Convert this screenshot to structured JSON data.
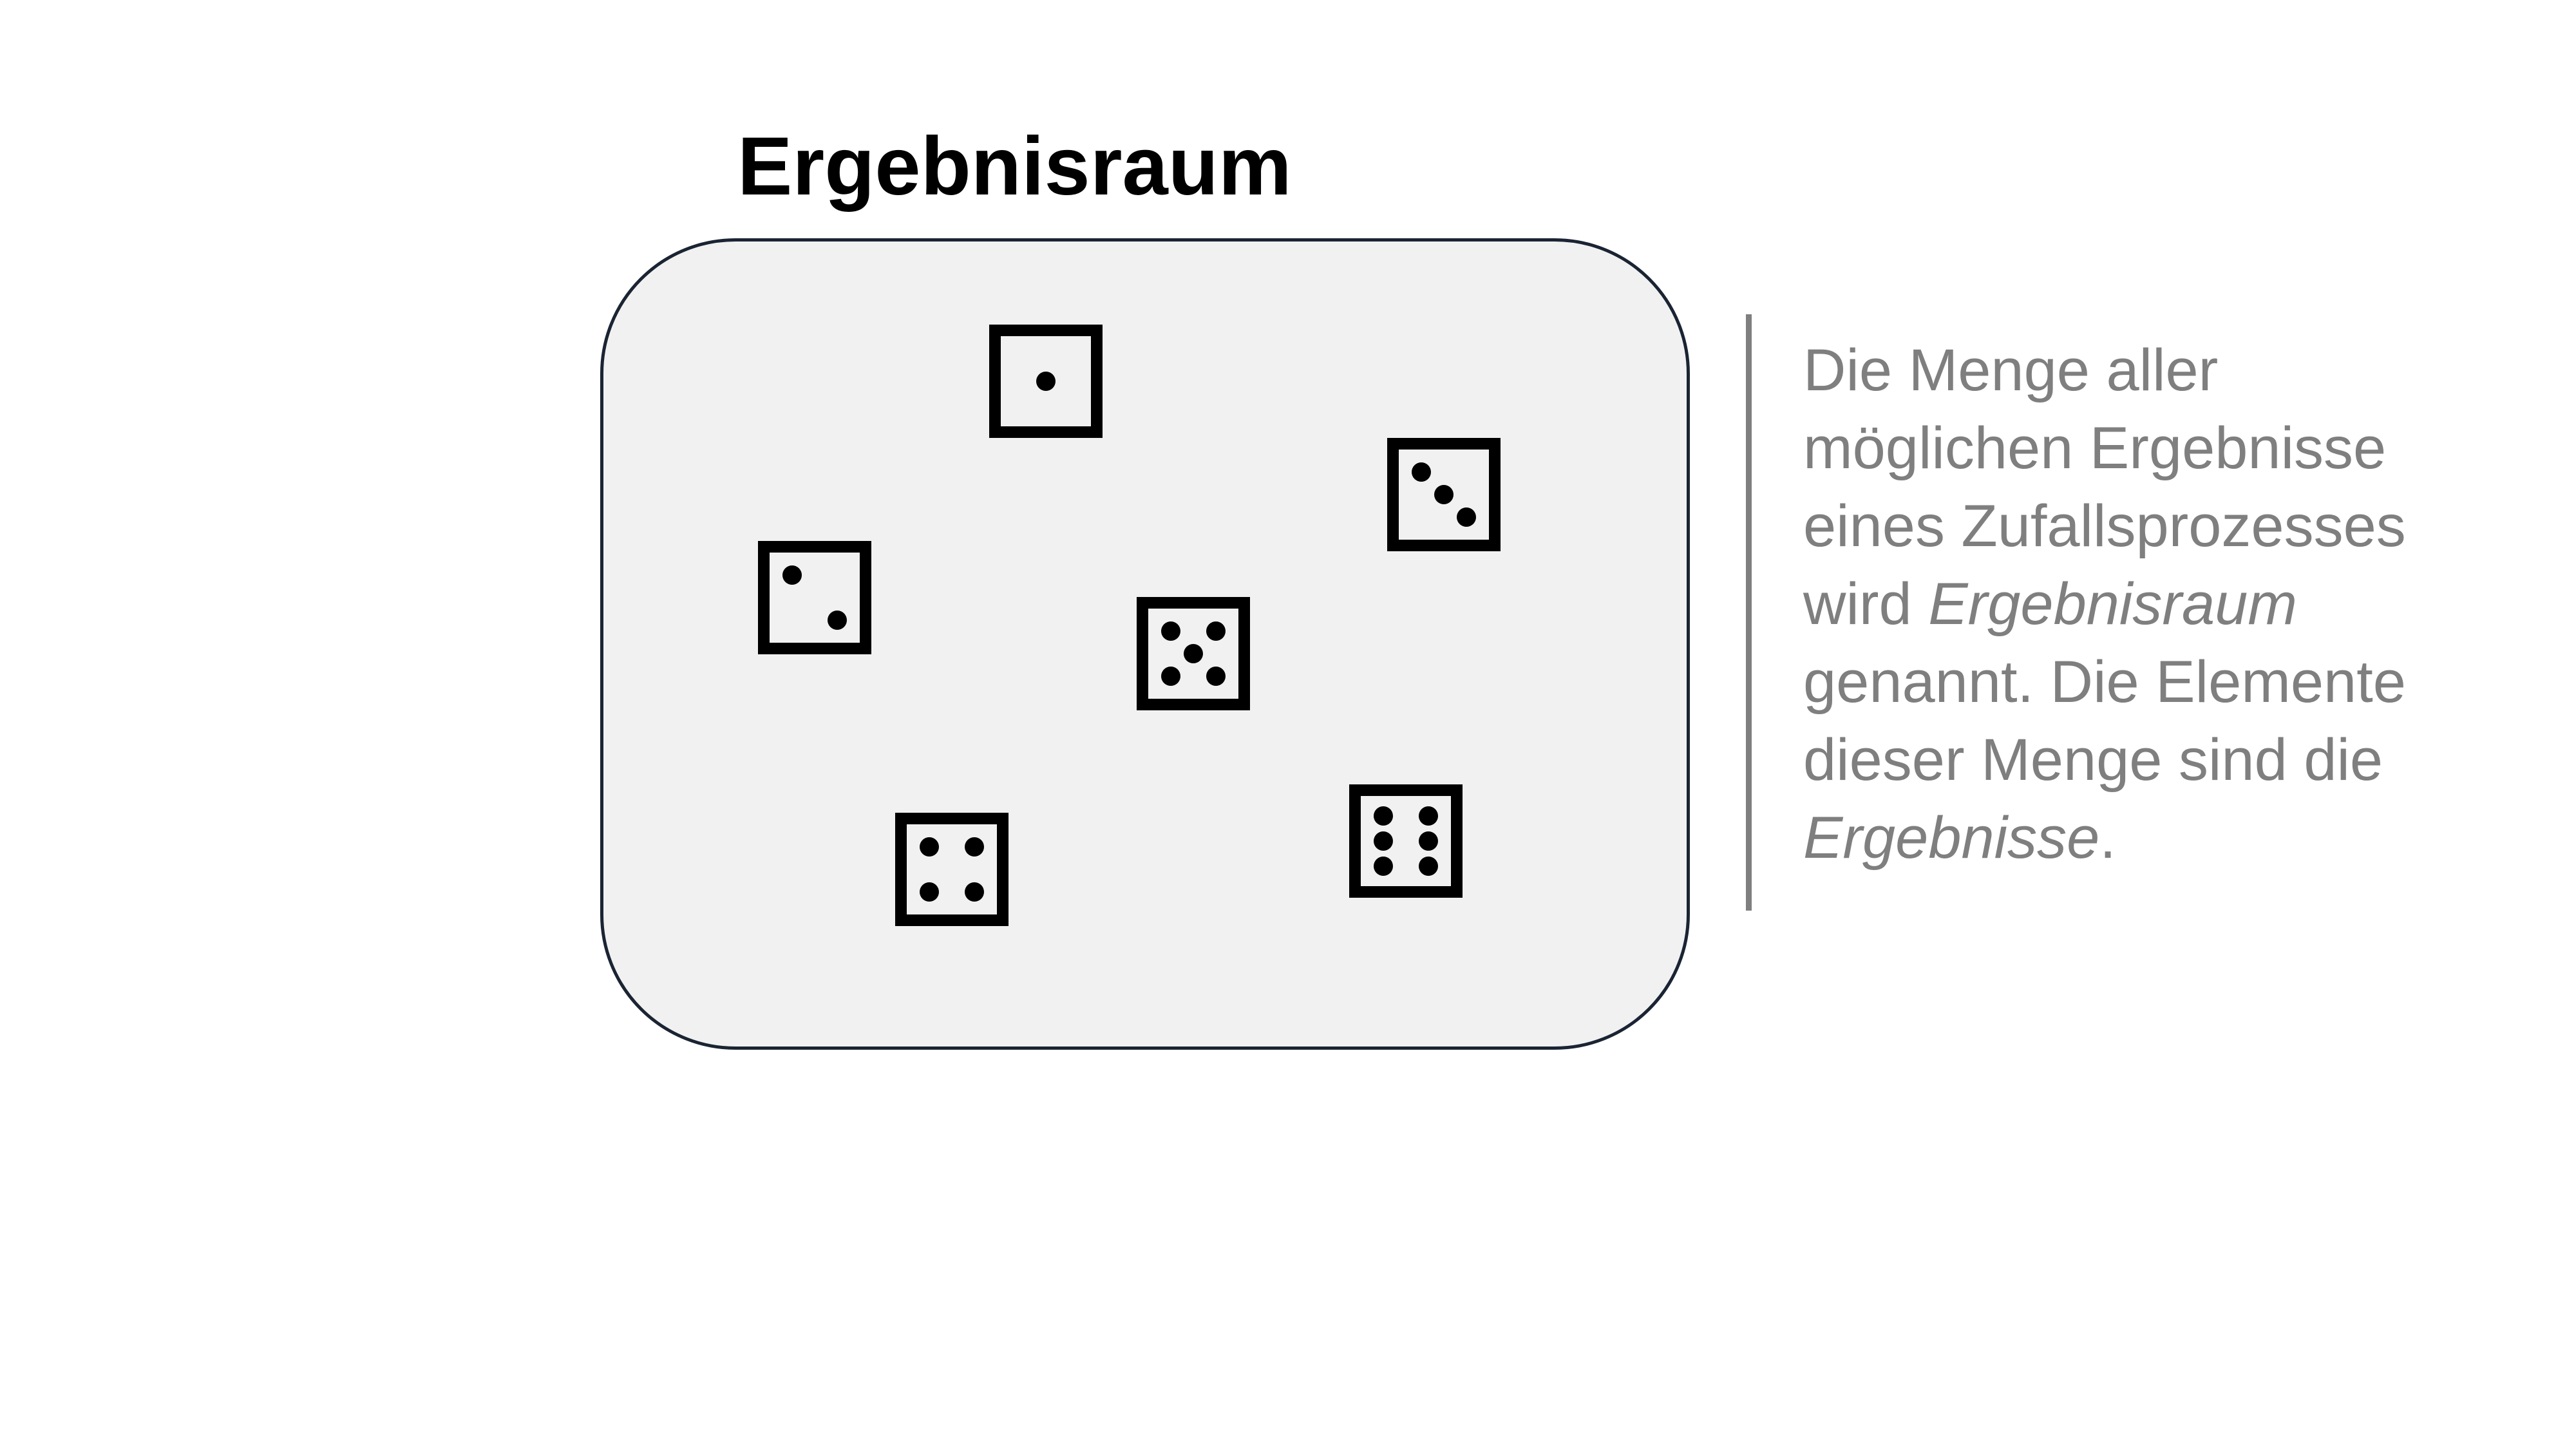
{
  "title": "Ergebnisraum",
  "dice": [
    {
      "name": "die-one",
      "value": 1
    },
    {
      "name": "die-three",
      "value": 3
    },
    {
      "name": "die-two",
      "value": 2
    },
    {
      "name": "die-five",
      "value": 5
    },
    {
      "name": "die-four",
      "value": 4
    },
    {
      "name": "die-six",
      "value": 6
    }
  ],
  "description": {
    "line1": "Die Menge aller",
    "line2": "möglichen Ergebnisse",
    "line3": "eines Zufallsprozesses",
    "line4_prefix": "wird ",
    "line4_term": "Ergebnisraum",
    "line5": "genannt. Die Elemente",
    "line6": "dieser Menge sind die",
    "line7_term": "Ergebnisse",
    "line7_suffix": "."
  },
  "colors": {
    "box_fill": "#f1f1f1",
    "box_border": "#1a2433",
    "text_gray": "#7f7f7f",
    "die": "#000000"
  }
}
